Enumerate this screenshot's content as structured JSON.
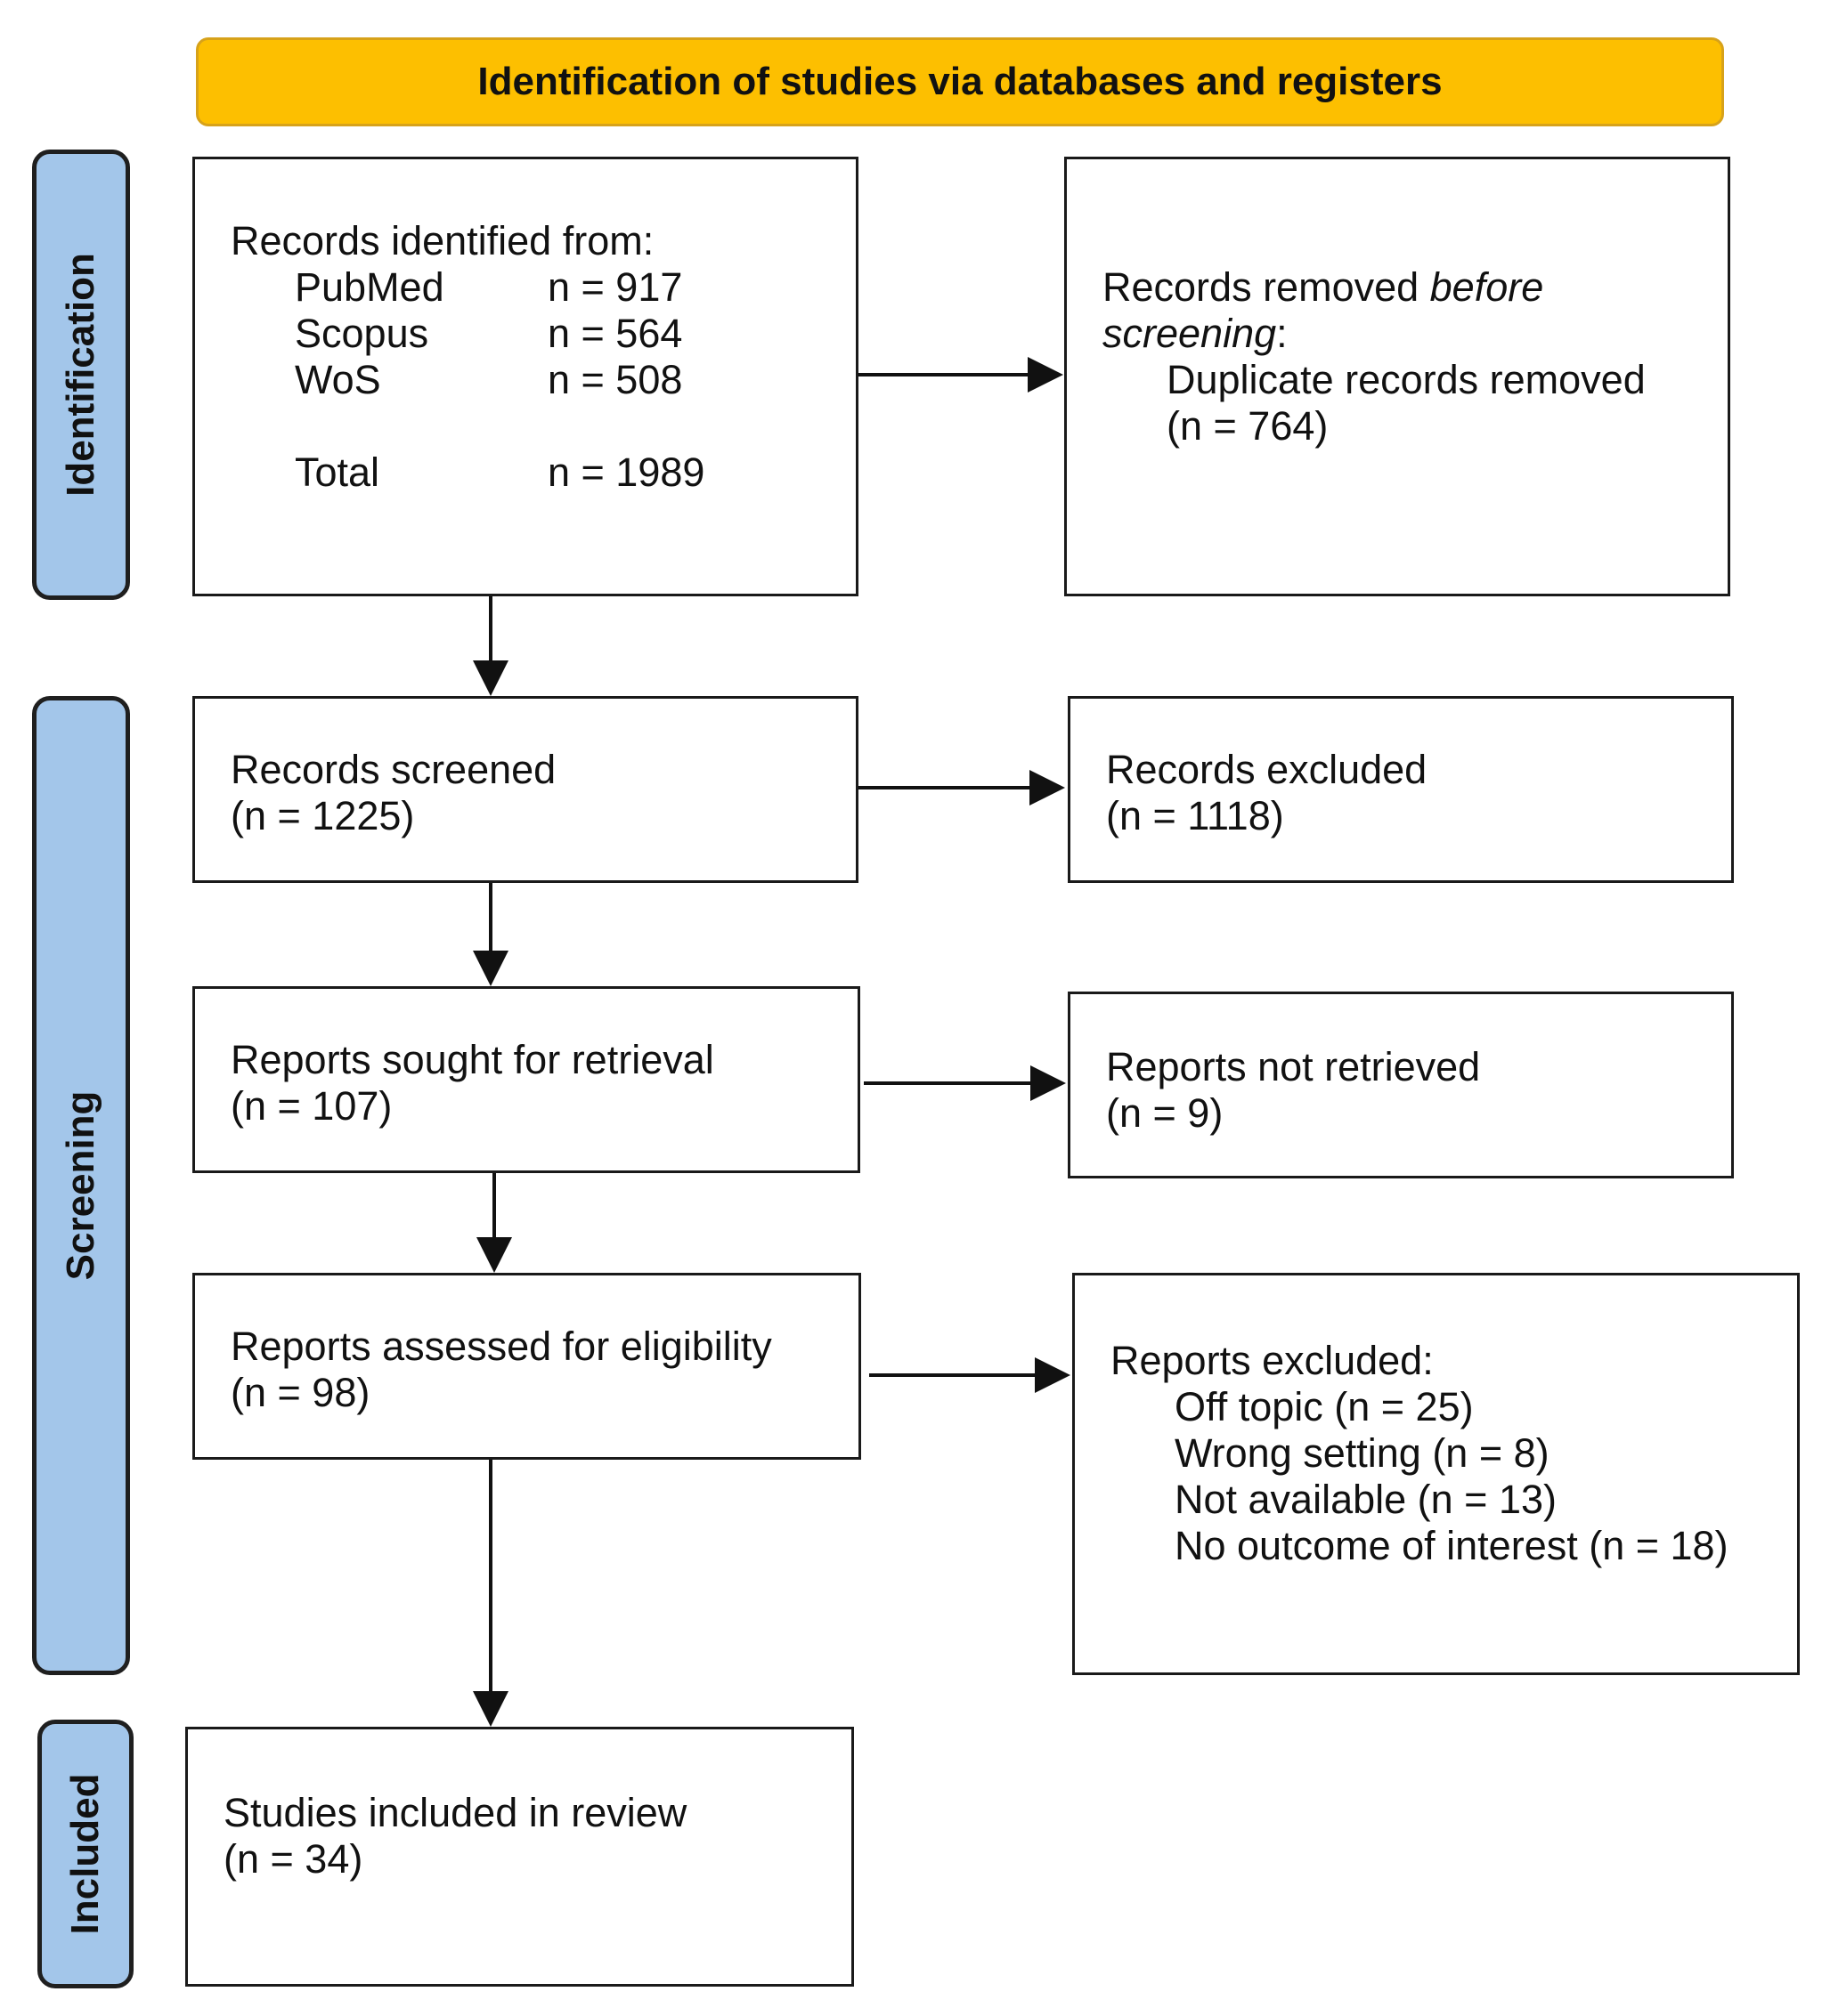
{
  "header": "Identification of studies via databases and registers",
  "phases": {
    "identification": "Identification",
    "screening": "Screening",
    "included": "Included"
  },
  "identified": {
    "title": "Records identified from:",
    "sources": [
      {
        "name": "PubMed",
        "count": "n = 917"
      },
      {
        "name": "Scopus",
        "count": "n = 564"
      },
      {
        "name": "WoS",
        "count": "n = 508"
      }
    ],
    "total_label": "Total",
    "total_count": "n = 1989"
  },
  "removed": {
    "prefix": "Records removed ",
    "italic1": "before",
    "italic2": "screening",
    "colon": ":",
    "item": "Duplicate records removed",
    "count": "(n = 764)"
  },
  "screened": {
    "label": "Records screened",
    "count": "(n = 1225)"
  },
  "excluded": {
    "label": "Records excluded",
    "count": "(n = 1118)"
  },
  "sought": {
    "label": "Reports sought for retrieval",
    "count": "(n = 107)"
  },
  "not_retrieved": {
    "label": "Reports not retrieved",
    "count": "(n = 9)"
  },
  "assessed": {
    "label": "Reports assessed for eligibility",
    "count": "(n = 98)"
  },
  "reports_excluded": {
    "title": "Reports excluded:",
    "reasons": [
      "Off topic (n = 25)",
      "Wrong setting (n = 8)",
      "Not available (n = 13)",
      "No outcome of interest (n = 18)"
    ]
  },
  "included_box": {
    "label": "Studies included in review",
    "count": "(n = 34)"
  },
  "colors": {
    "header_fill": "#fdbf00",
    "phase_fill": "#a3c6ea",
    "stroke": "#1a1a1a"
  }
}
